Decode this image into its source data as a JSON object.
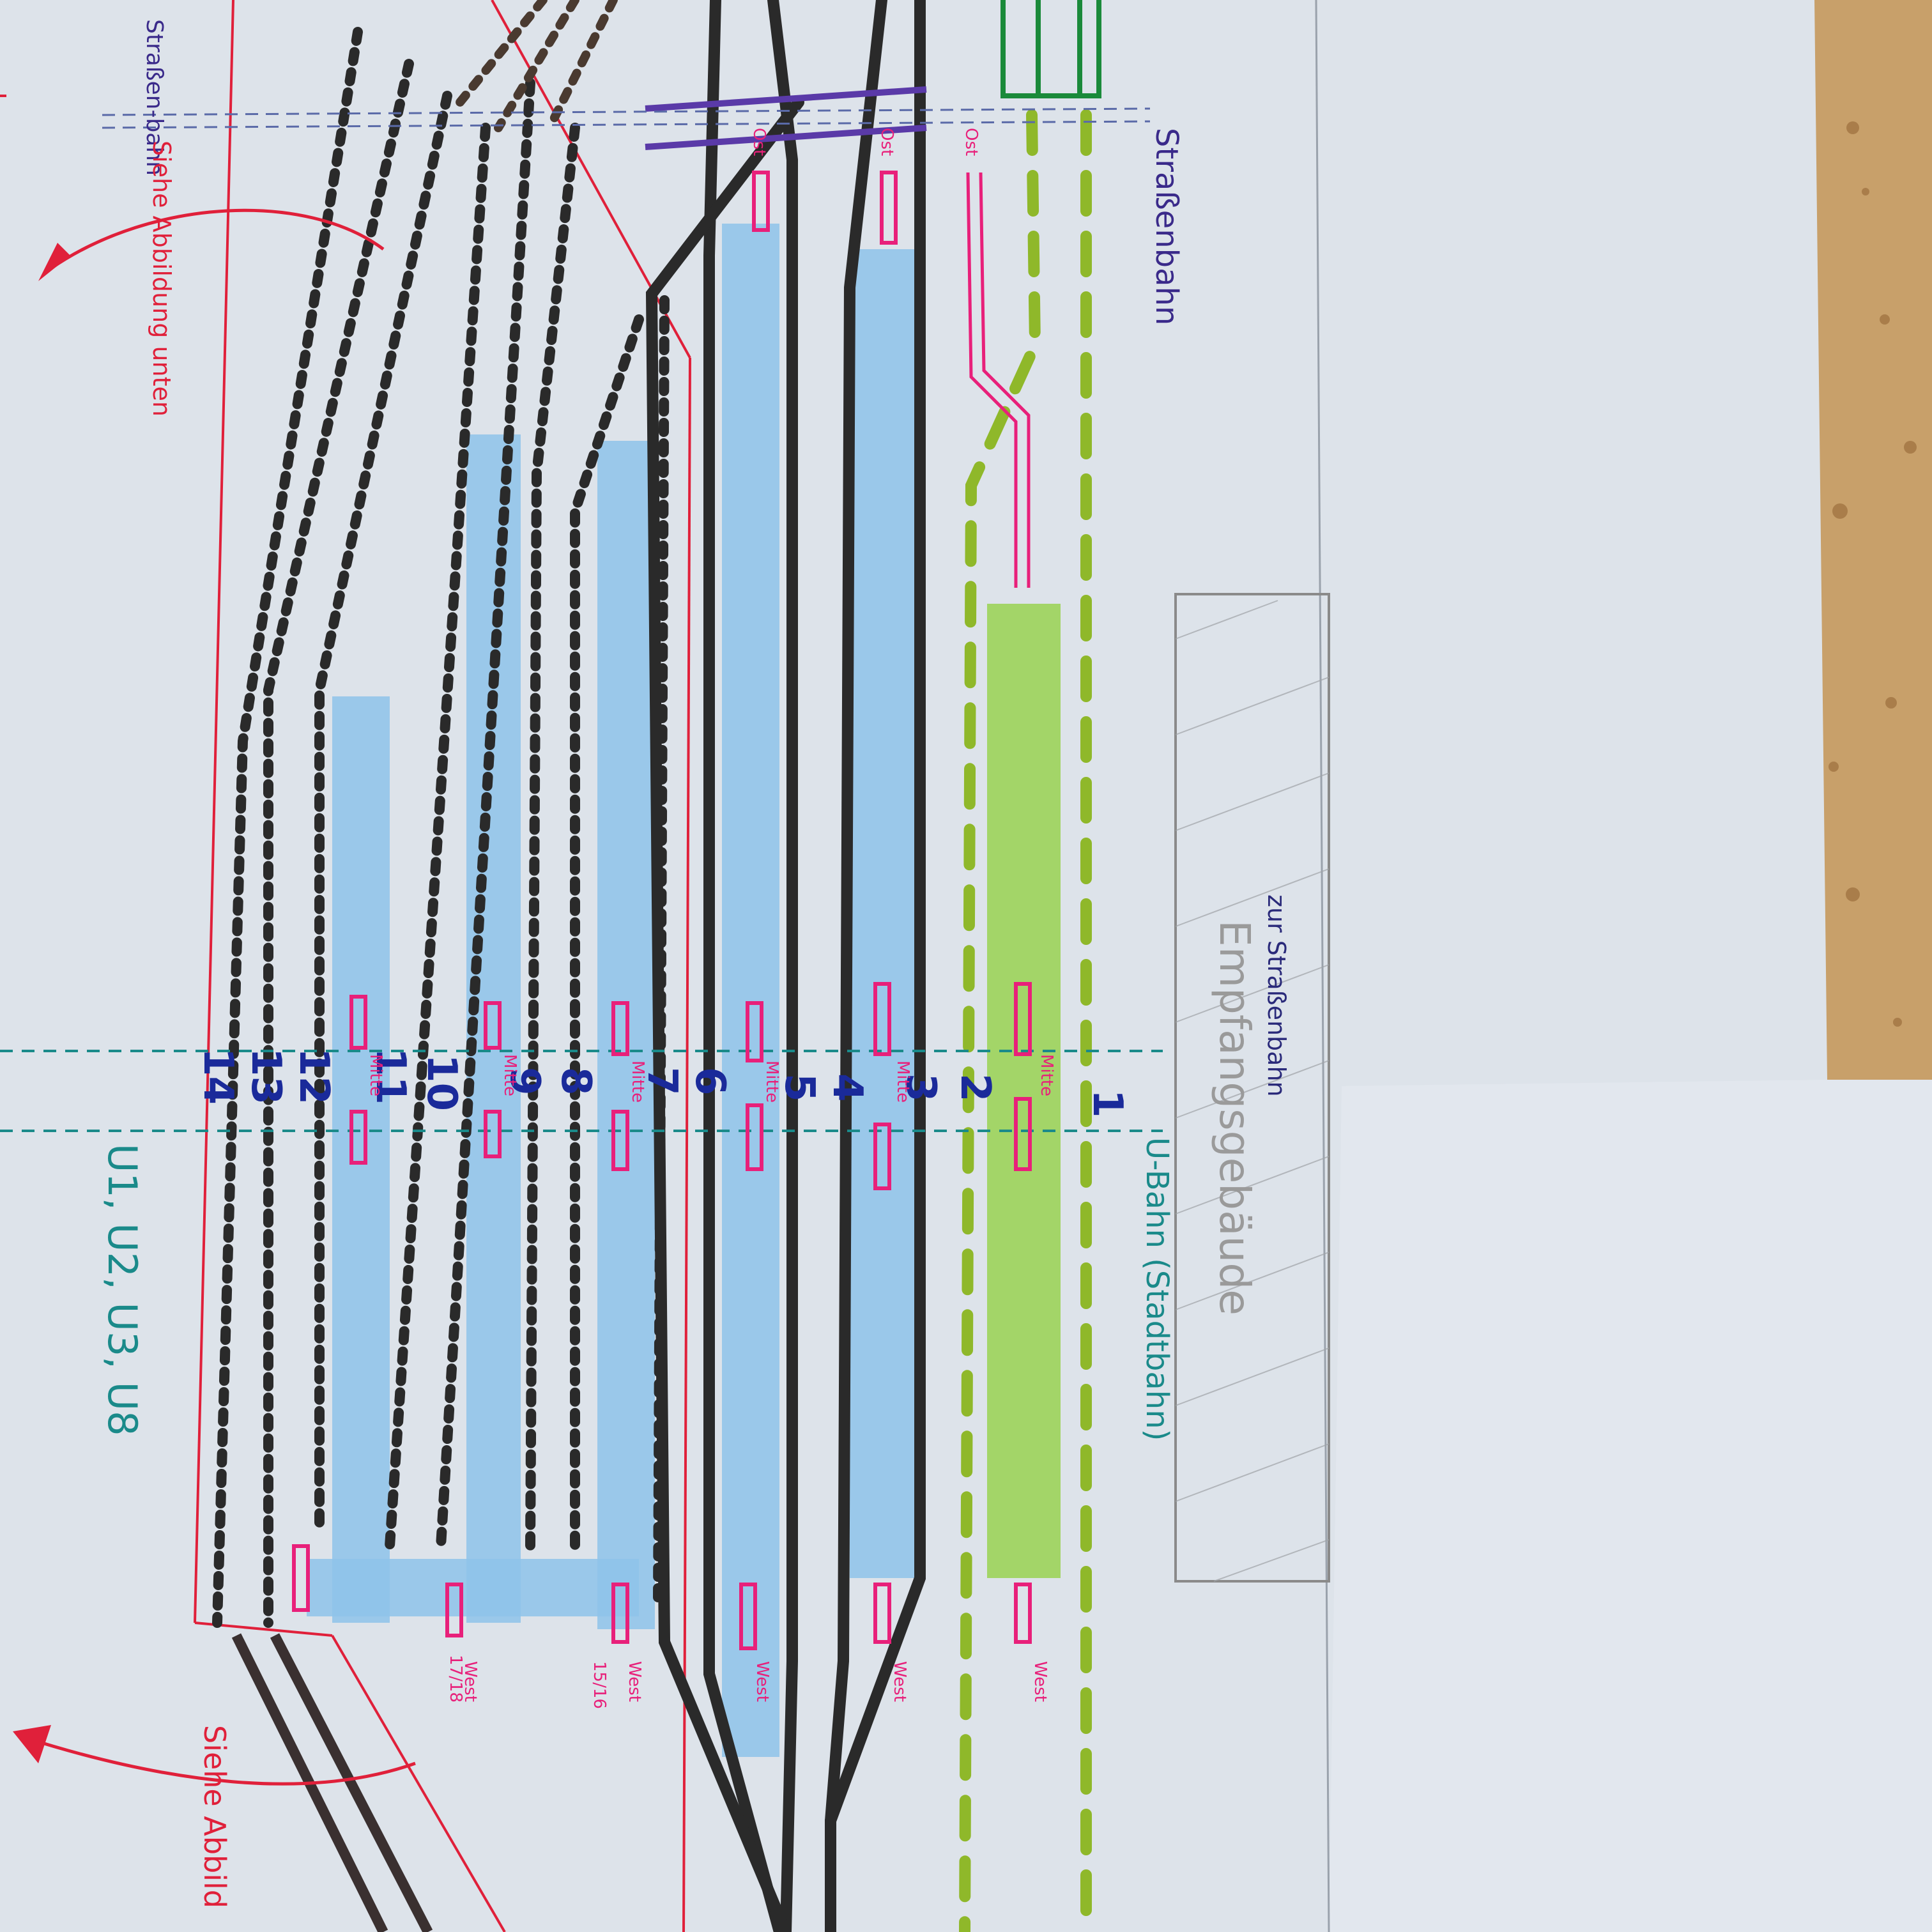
{
  "photo": {
    "labels": {
      "strassenbahn_right": "Straßenbahn",
      "strassenbahn_left": "Straßen-bahn",
      "siehe_abbildung_unten": "Siehe Abbildung unten",
      "siehe_abbildung_bottom": "Siehe Abbild",
      "empfangsgebaeude": "Empfangsgebäude",
      "zur_strassenbahn": "zur Straßenbahn",
      "u_bahn": "U-Bahn (Stadtbahn)",
      "u_lines": "U1, U2, U3, U8"
    },
    "track_numbers": [
      "1",
      "2",
      "3",
      "4",
      "5",
      "6",
      "7",
      "8",
      "9",
      "10",
      "11",
      "12",
      "13",
      "14"
    ],
    "sector_labels": {
      "ost": "Ost",
      "mitte": "Mitte",
      "west": "West"
    },
    "track_pairs": [
      "17/18",
      "15/16"
    ],
    "colors": {
      "paper": "#dde3ea",
      "cork": "#c8a06a",
      "track_dark": "#2a2a2a",
      "track_brown": "#4a3a30",
      "platform_blue": "#8ec3ea",
      "platform_green": "#9cd35a",
      "green_dashes": "#8fb82a",
      "red_pen": "#e0203a",
      "pink": "#e8207a",
      "blue_ink": "#1a2a9a",
      "purple": "#5a3aa8",
      "teal": "#1a8a8a",
      "tram_green": "#1a8a3a"
    }
  }
}
